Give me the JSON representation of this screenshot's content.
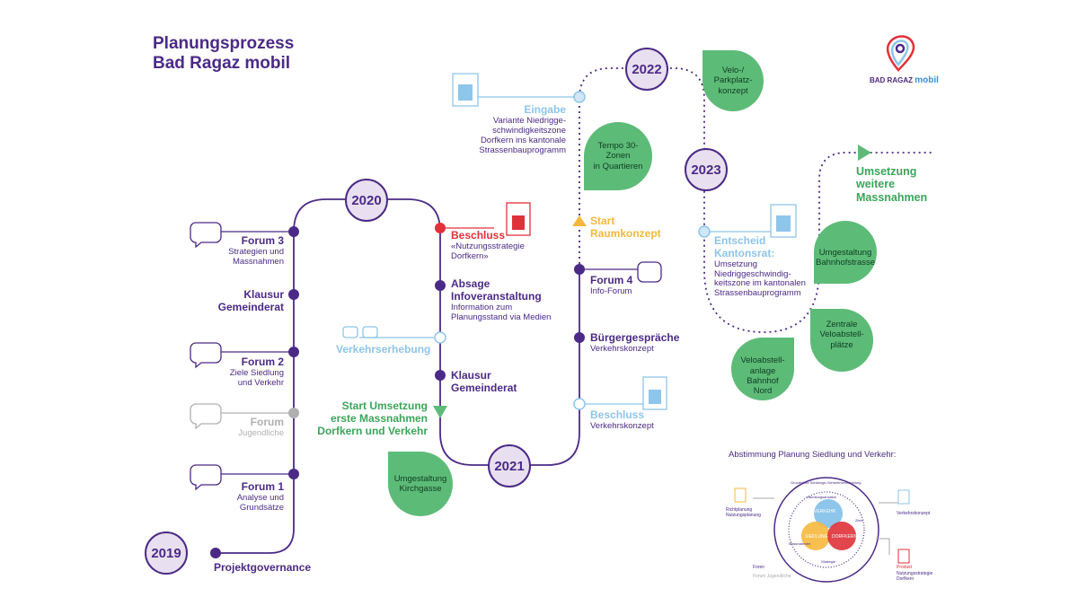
{
  "title": {
    "line1": "Planungsprozess",
    "line2": "Bad Ragaz mobil"
  },
  "logo": {
    "icon": "location-pin-icon",
    "text1": "BAD RAGAZ",
    "text2": "mobil"
  },
  "years": [
    "2019",
    "2020",
    "2021",
    "2022",
    "2023"
  ],
  "col1": {
    "forum3": {
      "title": "Forum 3",
      "text": "Strategien und\nMassnahmen"
    },
    "klausur1": {
      "title": "Klausur\nGemeinderat"
    },
    "forum2": {
      "title": "Forum 2",
      "text": "Ziele Siedlung\nund Verkehr"
    },
    "forumj": {
      "title": "Forum",
      "text": "Jugendliche"
    },
    "forum1": {
      "title": "Forum 1",
      "text": "Analyse und\nGrundsätze"
    },
    "projekt": {
      "title": "Projektgovernance"
    }
  },
  "col2": {
    "beschluss": {
      "title": "Beschluss",
      "text": "«Nutzungsstrategie\nDorfkern»"
    },
    "absage": {
      "title": "Absage\nInfoveranstaltung",
      "text": "Information zum\nPlanungsstand via Medien"
    },
    "verkehrserhebung": {
      "title": "Verkehrserhebung"
    },
    "klausur2": {
      "title": "Klausur\nGemeinderat"
    },
    "start": {
      "title": "Start Umsetzung\nerste Massnahmen\nDorfkern und Verkehr"
    },
    "kirchgasse": {
      "text": "Umgestaltung\nKirchgasse"
    }
  },
  "col3": {
    "eingabe": {
      "title": "Eingabe",
      "text": "Variante Niedrigge-\nschwindigkeitszone\nDorfkern ins kantonale\nStrassenbauprogramm"
    },
    "tempo": {
      "text": "Tempo 30-\nZonen\nin Quartieren"
    },
    "raumkonzept": {
      "title": "Start\nRaumkonzept"
    },
    "forum4": {
      "title": "Forum 4",
      "text": "Info-Forum"
    },
    "buerger": {
      "title": "Bürgergespräche",
      "text": "Verkehrskonzept"
    },
    "beschluss2": {
      "title": "Beschluss",
      "text": "Verkehrskonzept"
    }
  },
  "col4": {
    "velo": {
      "text": "Velo-/\nParkplatz-\nkonzept"
    },
    "entscheid": {
      "title": "Entscheid\nKantonsrat:",
      "text": "Umsetzung\nNiedriggeschwindig-\nkeitszone im kantonalen\nStrassenbauprogramm"
    },
    "umsetzung": {
      "title": "Umsetzung\nweitere\nMassnahmen"
    },
    "bahnhofstrasse": {
      "text": "Umgestaltung\nBahnhofstrasse"
    },
    "zentrale": {
      "text": "Zentrale\nVeloabstell-\nplätze"
    },
    "veloabstell": {
      "text": "Veloabstell-\nanlage Bahnhof\nNord"
    }
  },
  "abstimmung": {
    "title": "Abstimmung Planung Siedlung und Verkehr:",
    "verkehr": "VERKEHR",
    "siedlung": "SIEDLUNG",
    "dorfkern": "DORFKERN",
    "richtplanung": "Richtplanung\nNutzungsplanung",
    "verkehrskonzept": "Verkehrskonzept",
    "produkt": "Produkt",
    "nutzungsstrategie": "Nutzungsstrategie\nDorfkern",
    "foren": "Foren",
    "forum_jugendliche": "Forum Jugendliche",
    "ring_outer": "Grundsätze Siedlungs-/Verkehrsentwicklung",
    "ring_inner": "Handlungsansätze",
    "ring_left": "Massnahmen",
    "ring_right": "Ziele",
    "ring_bottom": "Strategie"
  },
  "colors": {
    "purple": "#4b2a86",
    "green": "#5dbb78",
    "blue": "#8ec5ea",
    "red": "#e0313a",
    "orange": "#f5b83d",
    "grey": "#b0b0b0"
  }
}
